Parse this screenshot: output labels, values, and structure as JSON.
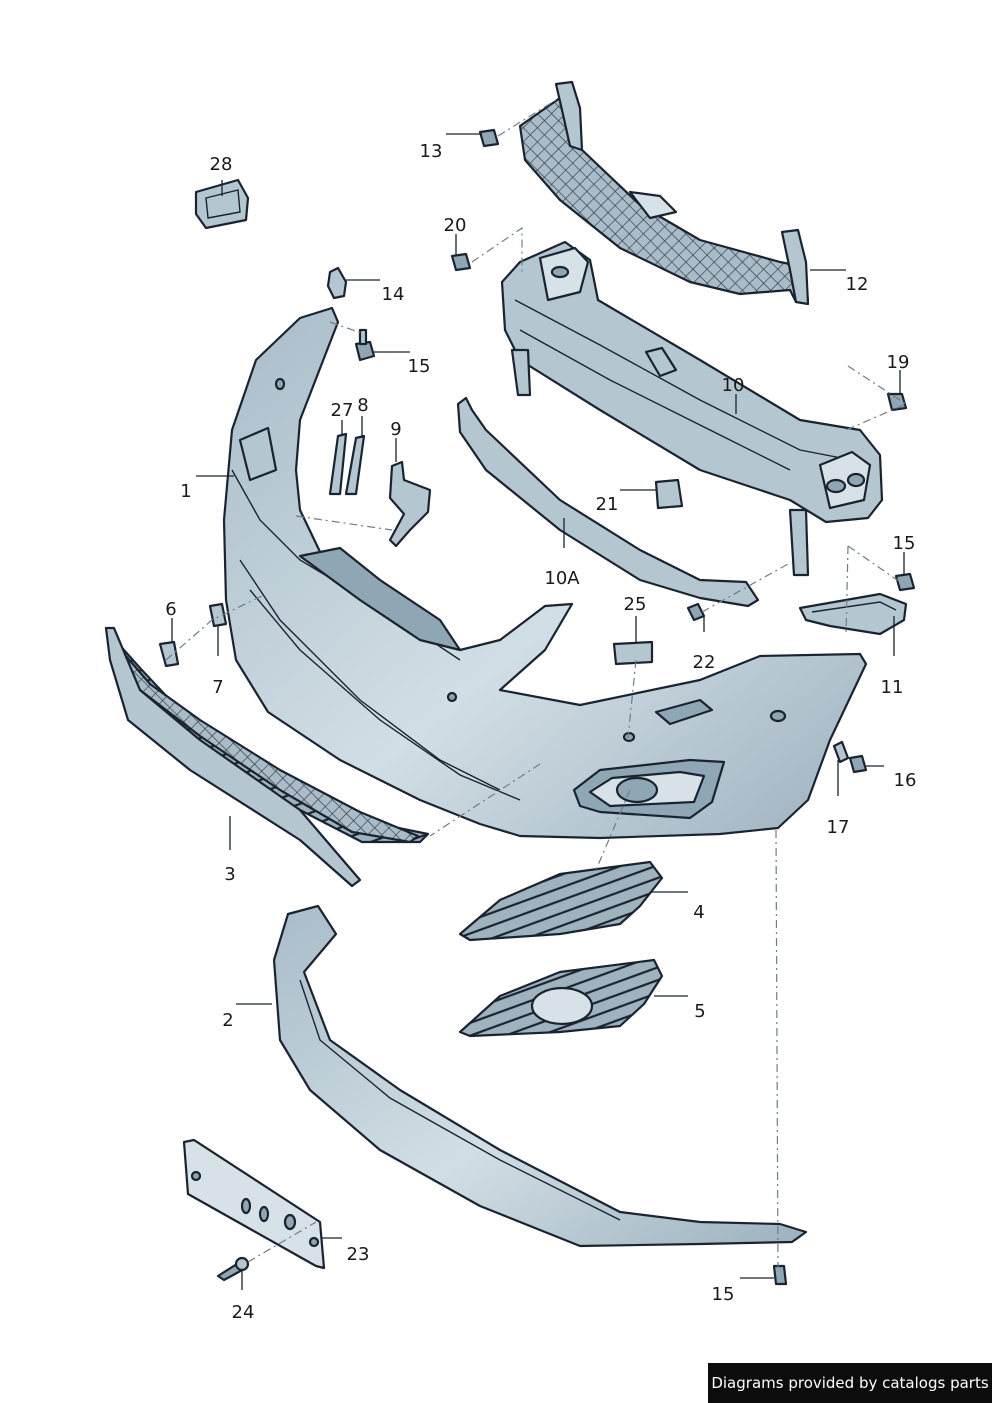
{
  "diagram": {
    "callouts": [
      {
        "id": "c28",
        "label": "28"
      },
      {
        "id": "c13",
        "label": "13"
      },
      {
        "id": "c20",
        "label": "20"
      },
      {
        "id": "c14",
        "label": "14"
      },
      {
        "id": "c12",
        "label": "12"
      },
      {
        "id": "c15a",
        "label": "15"
      },
      {
        "id": "c19",
        "label": "19"
      },
      {
        "id": "c10",
        "label": "10"
      },
      {
        "id": "c27",
        "label": "27"
      },
      {
        "id": "c8",
        "label": "8"
      },
      {
        "id": "c9",
        "label": "9"
      },
      {
        "id": "c1",
        "label": "1"
      },
      {
        "id": "c21",
        "label": "21"
      },
      {
        "id": "c15b",
        "label": "15"
      },
      {
        "id": "c10a",
        "label": "10A"
      },
      {
        "id": "c6",
        "label": "6"
      },
      {
        "id": "c25",
        "label": "25"
      },
      {
        "id": "c22",
        "label": "22"
      },
      {
        "id": "c11",
        "label": "11"
      },
      {
        "id": "c7",
        "label": "7"
      },
      {
        "id": "c16",
        "label": "16"
      },
      {
        "id": "c17",
        "label": "17"
      },
      {
        "id": "c3",
        "label": "3"
      },
      {
        "id": "c4",
        "label": "4"
      },
      {
        "id": "c2",
        "label": "2"
      },
      {
        "id": "c5",
        "label": "5"
      },
      {
        "id": "c23",
        "label": "23"
      },
      {
        "id": "c24",
        "label": "24"
      },
      {
        "id": "c15c",
        "label": "15"
      }
    ]
  },
  "footer": {
    "text": "Diagrams provided by catalogs parts"
  },
  "colors": {
    "part_dark": "#8fa6b4",
    "part_mid": "#b4c6d0",
    "part_light": "#d6e2e8",
    "line": "#1a2430",
    "footer_bg": "#0c0c0c"
  }
}
